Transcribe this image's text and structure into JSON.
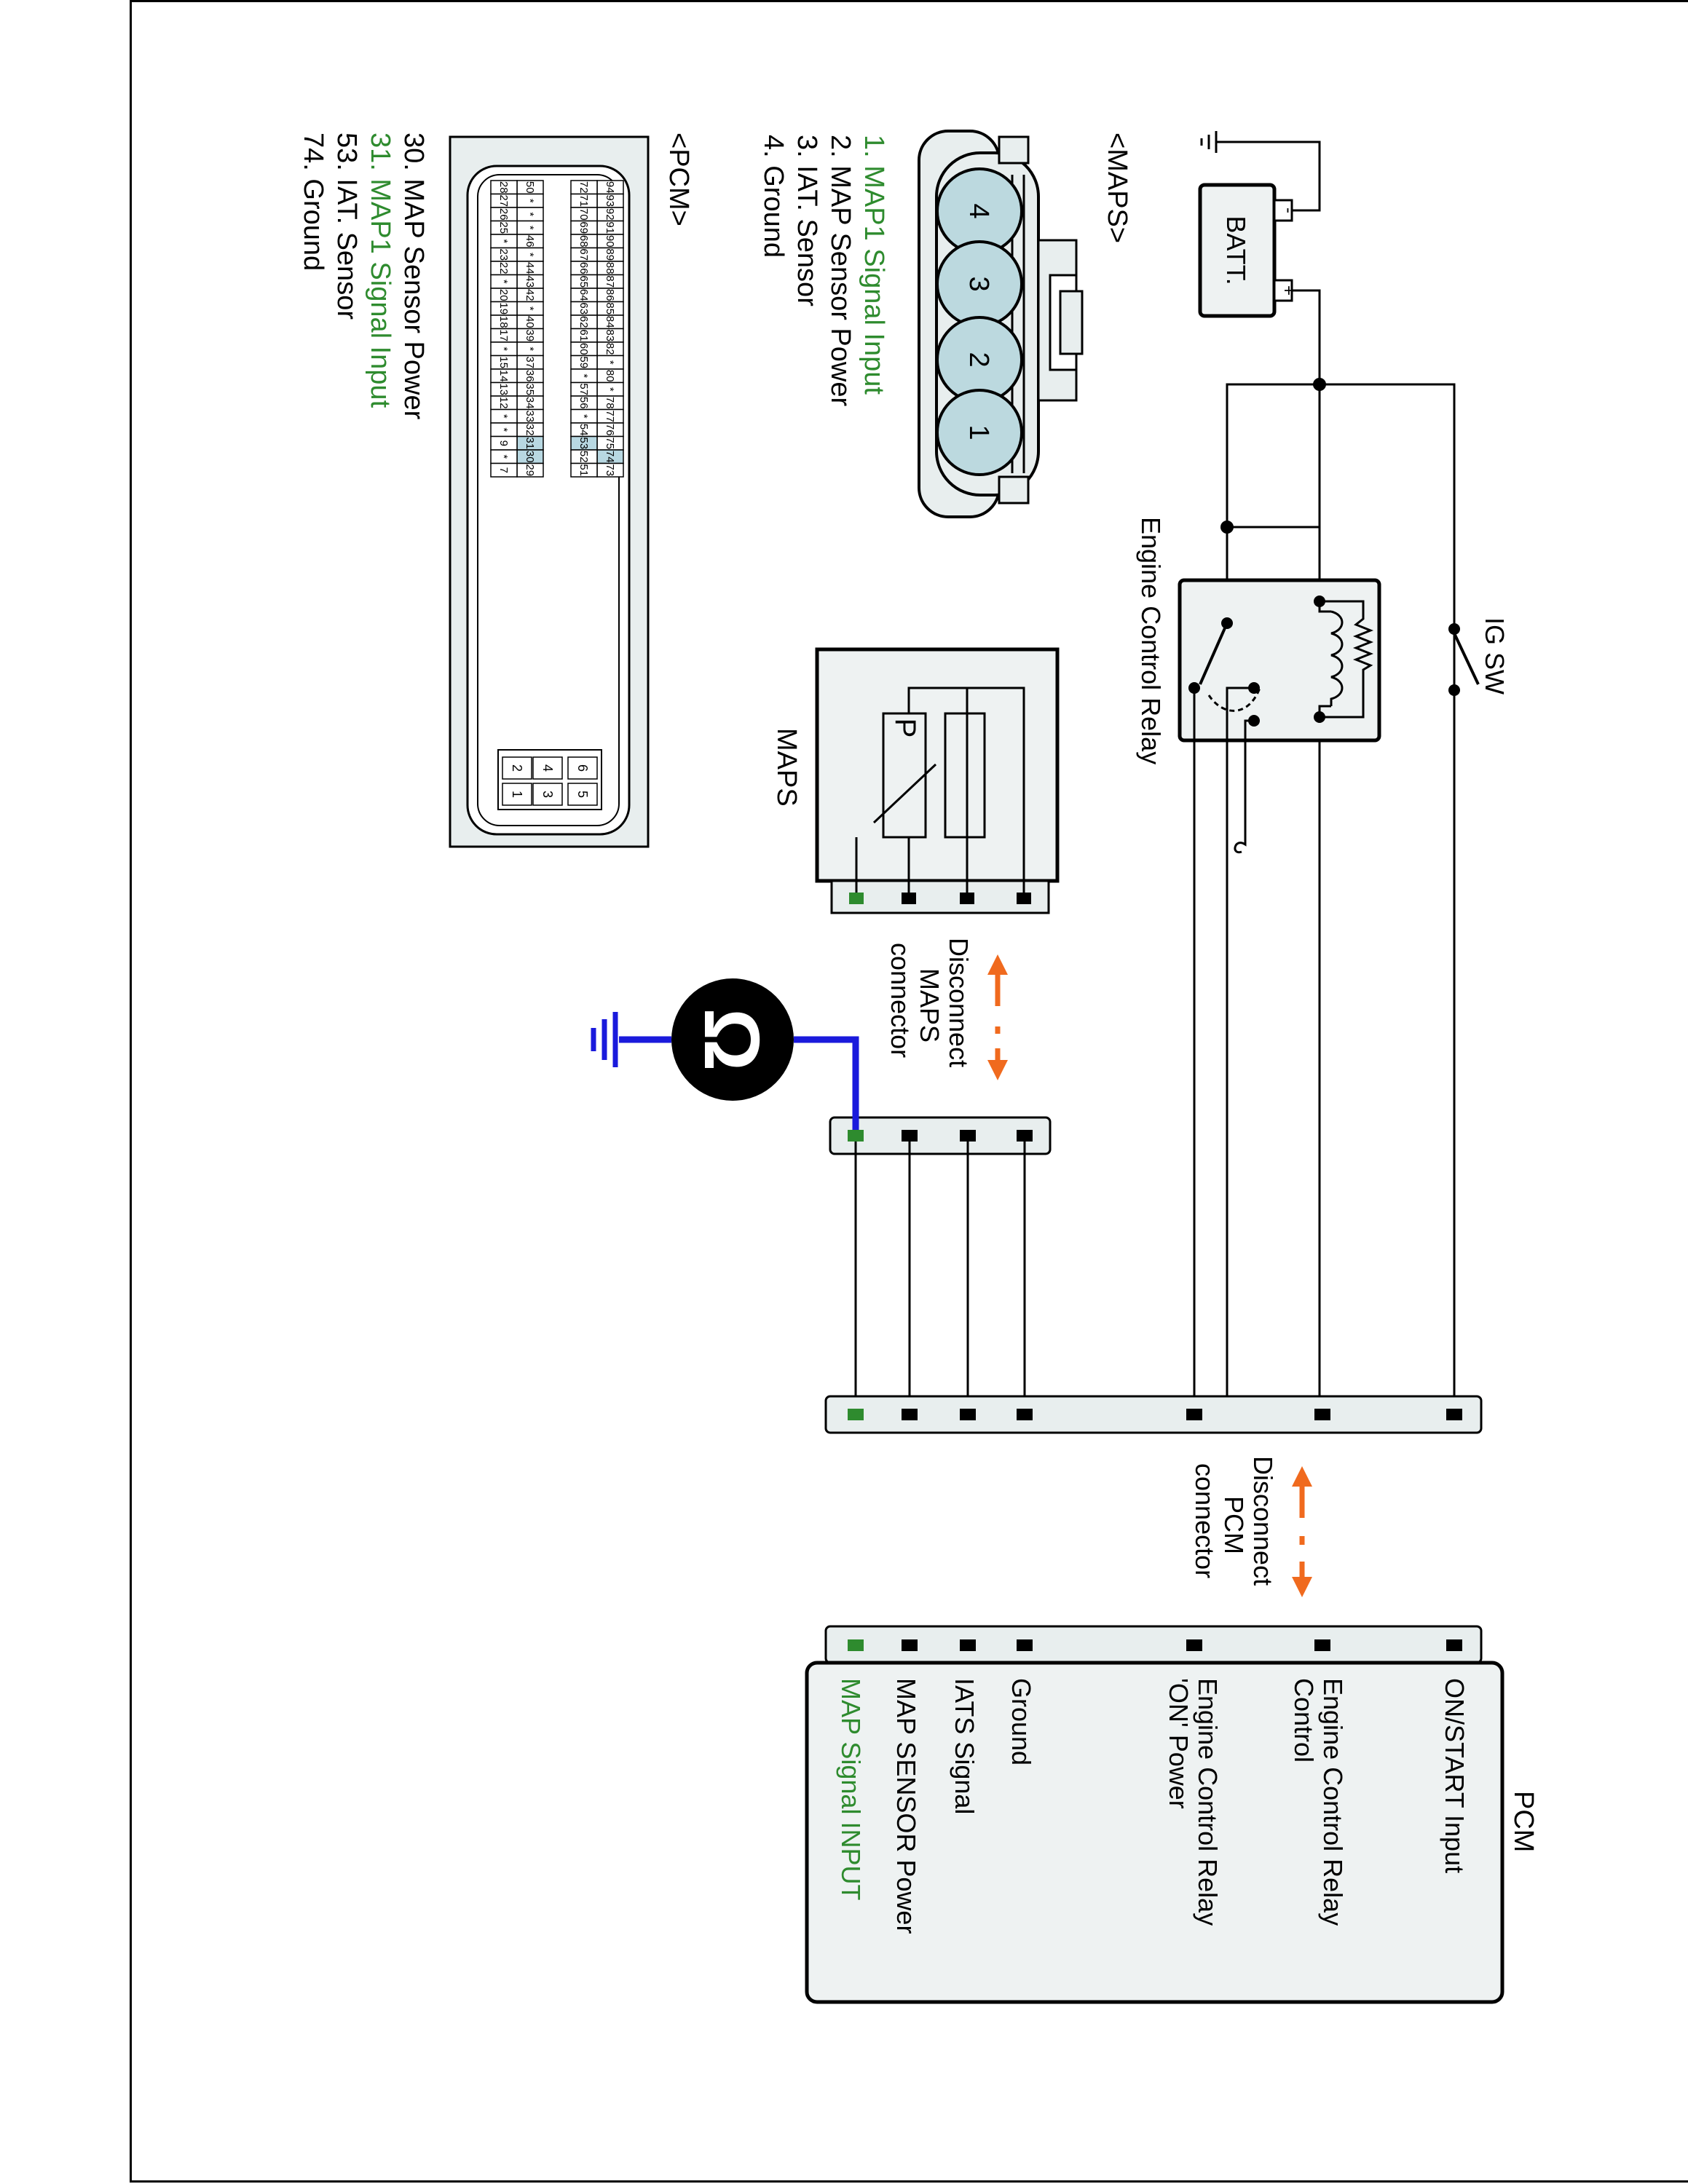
{
  "colors": {
    "green": "#2e8b2e",
    "orange": "#f06a1e",
    "blue": "#1a1adc",
    "panel": "#e8eeee",
    "pinblue": "#b8d8e2",
    "connector": "#bcd9df"
  },
  "diagram": {
    "batt_label": "BATT.",
    "batt_minus": "-",
    "batt_plus": "+",
    "ig_sw_label": "IG SW",
    "relay_label": "Engine Control Relay",
    "maps_sensor_label": "MAPS",
    "pressure_symbol": "P",
    "disconnect_maps_line1": "Disconnect",
    "disconnect_maps_line2": "MAPS",
    "disconnect_maps_line3": "connector",
    "disconnect_pcm_line1": "Disconnect",
    "disconnect_pcm_line2": "PCM",
    "disconnect_pcm_line3": "connector",
    "ohm_symbol": "Ω",
    "meter_icon": "ohmmeter-icon",
    "ground_icon": "ground-icon"
  },
  "pcm_box": {
    "title": "PCM",
    "pins": [
      {
        "label_line1": "ON/START Input",
        "label_line2": ""
      },
      {
        "label_line1": "Engine Control Relay",
        "label_line2": "Control"
      },
      {
        "label_line1": "Engine Control Relay",
        "label_line2": "'ON' Power"
      },
      {
        "label_line1": "Ground",
        "label_line2": ""
      },
      {
        "label_line1": "IATS Signal",
        "label_line2": ""
      },
      {
        "label_line1": "MAP SENSOR Power",
        "label_line2": ""
      },
      {
        "label_line1": "MAP Signal  INPUT",
        "label_line2": ""
      }
    ]
  },
  "maps_legend": {
    "title": "<MAPS>",
    "items": [
      "1. MAP1 Signal Input",
      "2. MAP Sensor Power",
      "3. IAT. Sensor",
      "4. Ground"
    ],
    "connector_pins": [
      "4",
      "3",
      "2",
      "1"
    ]
  },
  "pcm_legend": {
    "title": "<PCM>",
    "items": [
      "30. MAP Sensor Power",
      "31. MAP1 Signal Input",
      "53. IAT. Sensor",
      "74. Ground"
    ],
    "row_top": [
      "94",
      "93",
      "92",
      "91",
      "90",
      "89",
      "88",
      "87",
      "86",
      "85",
      "84",
      "83",
      "82",
      "*",
      "80",
      "*",
      "78",
      "77",
      "76",
      "75",
      "74",
      "73"
    ],
    "row_2": [
      "72",
      "71",
      "70",
      "69",
      "68",
      "67",
      "66",
      "65",
      "64",
      "63",
      "62",
      "61",
      "60",
      "59",
      "*",
      "57",
      "56",
      "*",
      "54",
      "53",
      "52",
      "51"
    ],
    "row_3": [
      "50",
      "*",
      "*",
      "*",
      "46",
      "*",
      "44",
      "43",
      "42",
      "*",
      "40",
      "39",
      "*",
      "37",
      "36",
      "35",
      "34",
      "33",
      "32",
      "31",
      "30",
      "29"
    ],
    "row_bot": [
      "28",
      "27",
      "26",
      "25",
      "*",
      "23",
      "22",
      "*",
      "20",
      "19",
      "18",
      "17",
      "*",
      "15",
      "14",
      "13",
      "12",
      "*",
      "*",
      "9",
      "*",
      "7"
    ],
    "small_block": [
      "6",
      "5",
      "4",
      "3",
      "2",
      "1"
    ]
  }
}
